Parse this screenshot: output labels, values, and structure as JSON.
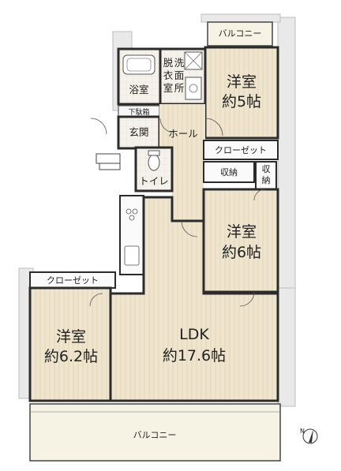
{
  "rooms": {
    "balcony_top": "バルコニー",
    "western_room_1_name": "洋室",
    "western_room_1_size": "約5帖",
    "bathroom": "浴室",
    "dressing": [
      "脱",
      "衣",
      "室"
    ],
    "washroom": [
      "洗",
      "面",
      "所"
    ],
    "shoe_box": "下駄箱",
    "entrance": "玄関",
    "hall": "ホール",
    "closet_1": "クローゼット",
    "storage_1": "収納",
    "storage_2": [
      "収",
      "納"
    ],
    "toilet": "トイレ",
    "western_room_2_name": "洋室",
    "western_room_2_size": "約6帖",
    "closet_2": "クローゼット",
    "western_room_3_name": "洋室",
    "western_room_3_size": "約6.2帖",
    "ldk_name": "LDK",
    "ldk_size": "約17.6帖",
    "balcony_bottom": "バルコニー"
  },
  "compass": {
    "icon": "north-arrow-icon",
    "label": "N"
  },
  "colors": {
    "floor_wood": "#efe5cf",
    "floor_tile": "#f4f1ea",
    "balcony": "#f6f2e4",
    "wall": "#2b2b2b",
    "grain": "#d9c9a6"
  }
}
